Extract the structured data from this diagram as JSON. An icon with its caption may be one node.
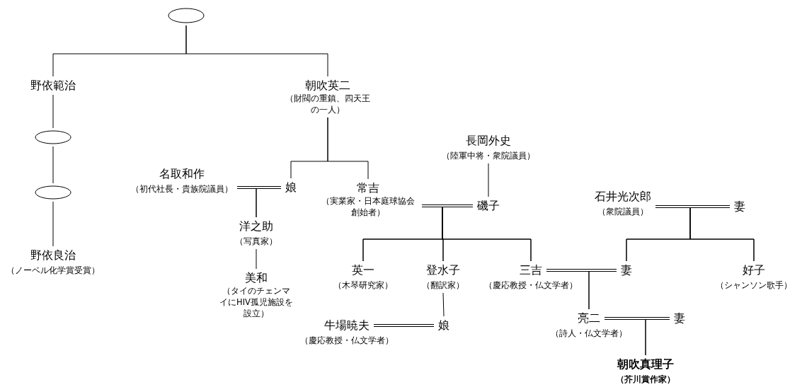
{
  "diagram": {
    "nodes": [
      {
        "text": [],
        "shape": "ellipse"
      },
      {
        "text": [
          "野依範治"
        ]
      },
      {
        "text": [
          "朝吹英二",
          "（財閥の重鎮、四天王の一人）"
        ]
      },
      {
        "text": [],
        "shape": "ellipse"
      },
      {
        "text": [],
        "shape": "ellipse"
      },
      {
        "text": [
          "野依良治",
          "（ノーベル化学賞受賞）"
        ]
      },
      {
        "text": [
          "名取和作",
          "（初代社長・貴族院議員）"
        ]
      },
      {
        "text": [
          "娘"
        ]
      },
      {
        "text": [
          "常吉",
          "（実業家・日本庭球協会創始者）"
        ]
      },
      {
        "text": [
          "長岡外史",
          "（陸軍中将・衆院議員）"
        ]
      },
      {
        "text": [
          "磯子"
        ]
      },
      {
        "text": [
          "洋之助",
          "（写真家）"
        ]
      },
      {
        "text": [
          "美和",
          "（タイのチェンマイにHIV孤児施設を設立）"
        ]
      },
      {
        "text": [
          "石井光次郎",
          "（衆院議員）"
        ]
      },
      {
        "text": [
          "妻"
        ]
      },
      {
        "text": [
          "英一",
          "（木琴研究家）"
        ]
      },
      {
        "text": [
          "登水子",
          "（翻訳家）"
        ]
      },
      {
        "text": [
          "三吉",
          "（慶応教授・仏文学者）"
        ]
      },
      {
        "text": [
          "妻"
        ]
      },
      {
        "text": [
          "好子",
          "（シャンソン歌手）"
        ]
      },
      {
        "text": [
          "牛場暁夫",
          "（慶応教授・仏文学者）"
        ]
      },
      {
        "text": [
          "娘"
        ]
      },
      {
        "text": [
          "亮二",
          "（詩人・仏文学者）"
        ]
      },
      {
        "text": [
          "妻"
        ]
      },
      {
        "text": [
          "朝吹真理子",
          "（芥川賞作家）"
        ]
      }
    ],
    "edges": [
      {
        "from": 0,
        "to": 1,
        "arrow": "none"
      },
      {
        "from": 0,
        "to": 2,
        "arrow": "none"
      },
      {
        "from": 1,
        "to": 3,
        "arrow": "none"
      },
      {
        "from": 3,
        "to": 4,
        "arrow": "none"
      },
      {
        "from": 4,
        "to": 5,
        "arrow": "none"
      },
      {
        "from": 2,
        "to": 7,
        "arrow": "none"
      },
      {
        "from": 2,
        "to": 8,
        "arrow": "none"
      },
      {
        "from": 6,
        "to": 7,
        "arrow": "none"
      },
      {
        "from": 6,
        "to": 11,
        "arrow": "none"
      },
      {
        "from": 7,
        "to": 11,
        "arrow": "none"
      },
      {
        "from": 11,
        "to": 12,
        "arrow": "none"
      },
      {
        "from": 9,
        "to": 10,
        "arrow": "none"
      },
      {
        "from": 8,
        "to": 10,
        "arrow": "none"
      },
      {
        "from": 8,
        "to": 15,
        "arrow": "none"
      },
      {
        "from": 10,
        "to": 15,
        "arrow": "none"
      },
      {
        "from": 8,
        "to": 16,
        "arrow": "none"
      },
      {
        "from": 10,
        "to": 16,
        "arrow": "none"
      },
      {
        "from": 8,
        "to": 17,
        "arrow": "none"
      },
      {
        "from": 10,
        "to": 17,
        "arrow": "none"
      },
      {
        "from": 13,
        "to": 14,
        "arrow": "none"
      },
      {
        "from": 13,
        "to": 18,
        "arrow": "none"
      },
      {
        "from": 14,
        "to": 18,
        "arrow": "none"
      },
      {
        "from": 13,
        "to": 19,
        "arrow": "none"
      },
      {
        "from": 14,
        "to": 19,
        "arrow": "none"
      },
      {
        "from": 17,
        "to": 18,
        "arrow": "none"
      },
      {
        "from": 17,
        "to": 22,
        "arrow": "none"
      },
      {
        "from": 18,
        "to": 22,
        "arrow": "none"
      },
      {
        "from": 16,
        "to": 21,
        "arrow": "none"
      },
      {
        "from": 20,
        "to": 21,
        "arrow": "none"
      },
      {
        "from": 22,
        "to": 23,
        "arrow": "none"
      },
      {
        "from": 22,
        "to": 24,
        "arrow": "none"
      },
      {
        "from": 23,
        "to": 24,
        "arrow": "none"
      }
    ]
  }
}
